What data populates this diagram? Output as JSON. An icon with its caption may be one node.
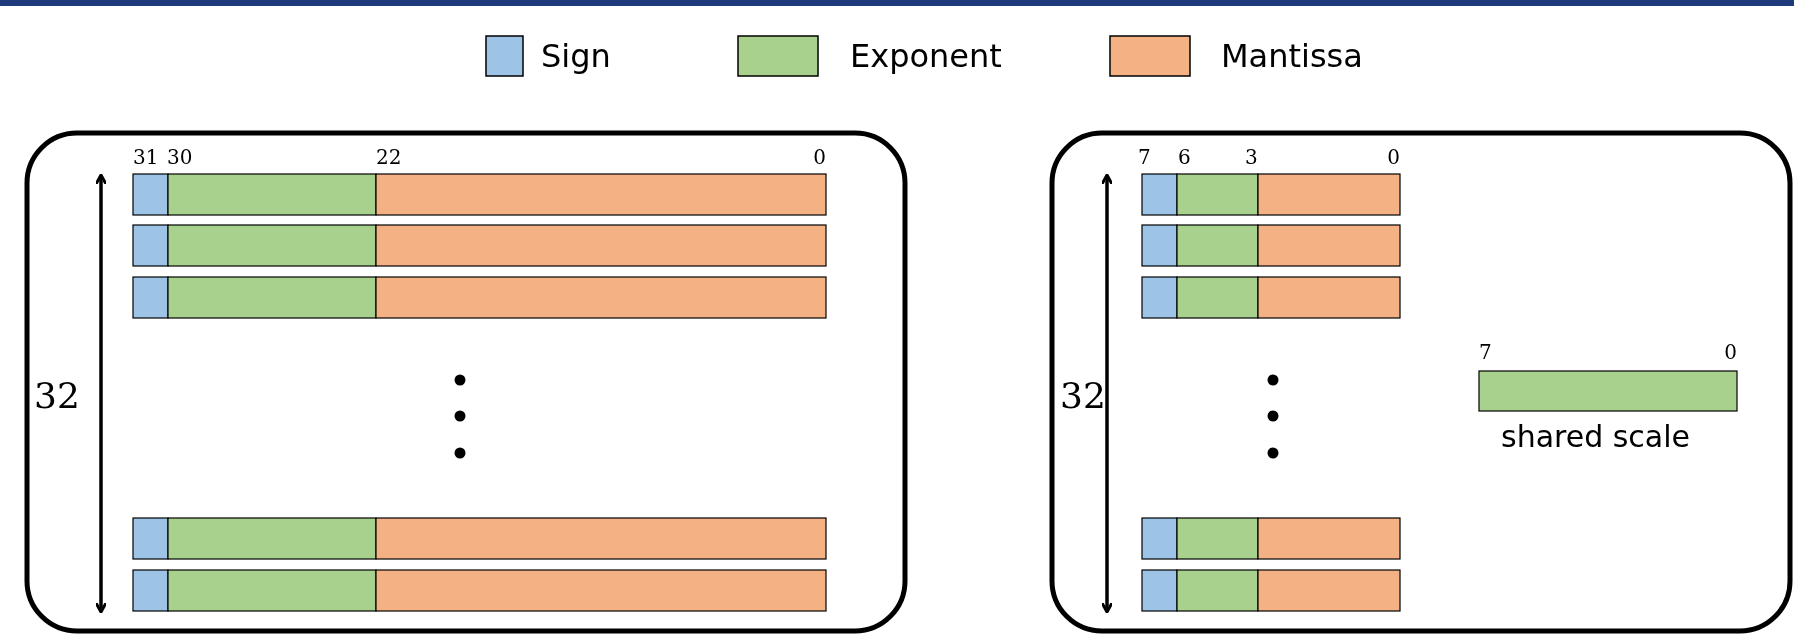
{
  "diagram": {
    "nodes": [
      {
        "text": [],
        "shape": "bar",
        "beside": [
          "shared scale"
        ]
      }
    ],
    "labels": [
      "31",
      "30",
      "22",
      "0",
      "32",
      "7",
      "6",
      "3",
      "0",
      "32",
      "7",
      "0"
    ],
    "legend": [
      {
        "text": "Sign",
        "color": "#9dc3e6"
      },
      {
        "text": "Exponent",
        "color": "#a9d18e"
      },
      {
        "text": "Mantissa",
        "color": "#f4b183"
      }
    ]
  }
}
